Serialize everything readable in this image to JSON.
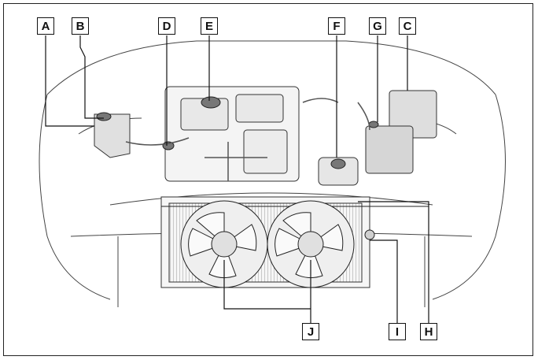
{
  "diagram": {
    "callouts": [
      {
        "id": "a",
        "label": "A"
      },
      {
        "id": "b",
        "label": "B"
      },
      {
        "id": "d",
        "label": "D"
      },
      {
        "id": "e",
        "label": "E"
      },
      {
        "id": "f",
        "label": "F"
      },
      {
        "id": "g",
        "label": "G"
      },
      {
        "id": "c",
        "label": "C"
      },
      {
        "id": "j",
        "label": "J"
      },
      {
        "id": "i",
        "label": "I"
      },
      {
        "id": "h",
        "label": "H"
      }
    ]
  }
}
